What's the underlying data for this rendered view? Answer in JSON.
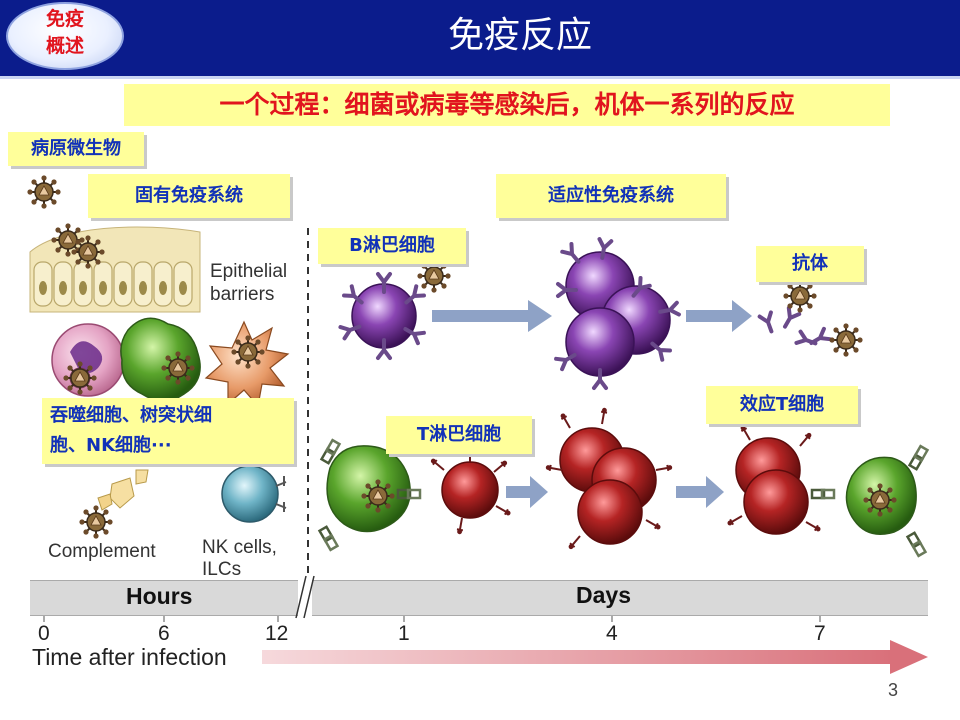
{
  "header": {
    "badge_line1": "免疫",
    "badge_line2": "概述",
    "title": "免疫反应"
  },
  "subtitle": "一个过程：细菌或病毒等感染后，机体一系列的反应",
  "labels": {
    "pathogen": "病原微生物",
    "innate_system": "固有免疫系统",
    "adaptive_system": "适应性免疫系统",
    "b_cell": "B淋巴细胞",
    "antibody": "抗体",
    "t_cell": "T淋巴细胞",
    "effector_t": "效应T细胞",
    "innate_cells_line1": "吞噬细胞、树突状细",
    "innate_cells_line2": "胞、NK细胞···"
  },
  "figure_text": {
    "epithelial_line1": "Epithelial",
    "epithelial_line2": "barriers",
    "complement": "Complement",
    "nk_line1": "NK cells,",
    "nk_line2": "ILCs"
  },
  "timeline": {
    "hours_label": "Hours",
    "days_label": "Days",
    "ticks": [
      "0",
      "6",
      "12",
      "1",
      "4",
      "7"
    ],
    "axis_title": "Time after infection"
  },
  "page_number": "3",
  "colors": {
    "header_bg": "#0b1c8c",
    "label_text": "#1232b8",
    "subtitle_text": "#e1141e",
    "label_bg": "#ffff9a",
    "b_cell": "#6a2c8e",
    "t_cell": "#a51d1d",
    "innate_green": "#4f9a2a",
    "arrow": "#8ea2c6",
    "time_arrow": "#d9707a"
  }
}
